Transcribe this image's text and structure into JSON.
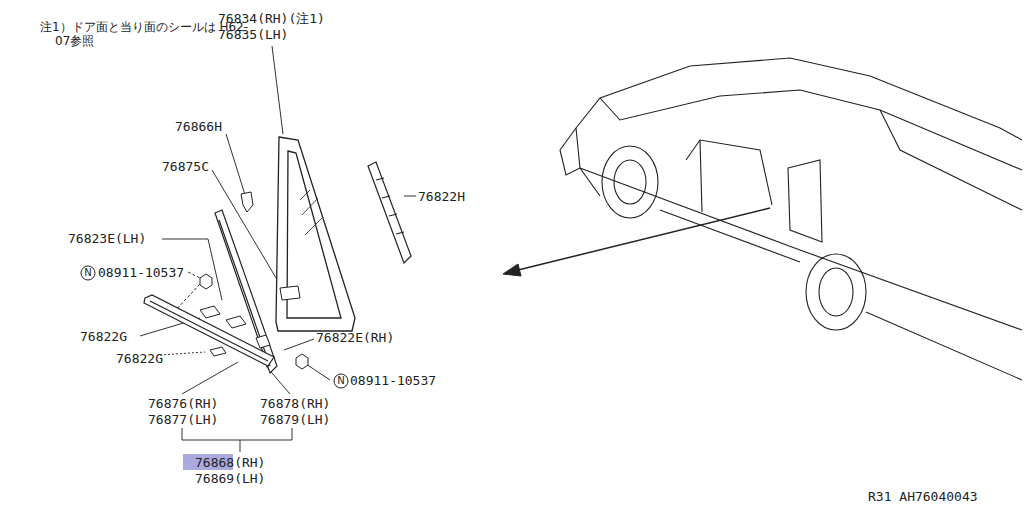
{
  "diagram": {
    "labels": [
      "注1）ドア面と当り面のシールは H62-07参照",
      "76834(RH)(注1)",
      "76835(LH)",
      "76866H",
      "76875C",
      "76822H",
      "76823E(LH)",
      "N",
      "08911-10537",
      "76822G",
      "76822G",
      "76822E(RH)",
      "N",
      "08911-10537",
      "76876(RH)",
      "76877(LH)",
      "76878(RH)",
      "76879(LH)",
      "76868(RH)",
      "76869(LH)",
      "R31 AH76040043"
    ]
  }
}
